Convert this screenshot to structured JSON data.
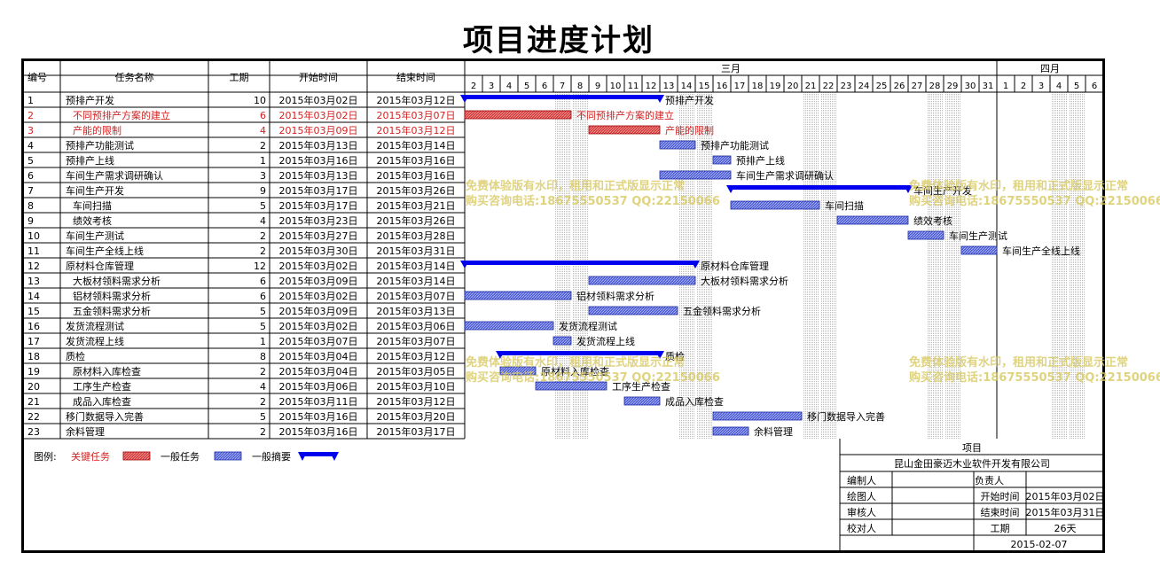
{
  "title": "项目进度计划",
  "columns": {
    "id": "编号",
    "name": "任务名称",
    "duration": "工期",
    "start": "开始时间",
    "end": "结束时间"
  },
  "timeline": {
    "months": [
      {
        "label": "三月",
        "days": [
          2,
          3,
          4,
          5,
          6,
          7,
          8,
          9,
          10,
          11,
          12,
          13,
          14,
          15,
          16,
          17,
          18,
          19,
          20,
          21,
          22,
          23,
          24,
          25,
          26,
          27,
          28,
          29,
          30,
          31
        ]
      },
      {
        "label": "四月",
        "days": [
          1,
          2,
          3,
          4,
          5,
          6
        ]
      }
    ]
  },
  "colors": {
    "critical": "#d42020",
    "critical_fill": "#e06060",
    "task_fill": "#4a5ad8",
    "summary": "#0000ee"
  },
  "chart_data": {
    "type": "gantt",
    "x_range": [
      "2015-03-02",
      "2015-04-06"
    ],
    "tasks": [
      {
        "id": "1",
        "name": "预排产开发",
        "duration": 10,
        "start": "2015年03月02日",
        "end": "2015年03月12日",
        "kind": "summary",
        "s": "2015-03-02",
        "e": "2015-03-13",
        "label": "预排产开发"
      },
      {
        "id": "2",
        "name": "不同预排产方案的建立",
        "duration": 6,
        "start": "2015年03月02日",
        "end": "2015年03月07日",
        "kind": "critical",
        "s": "2015-03-02",
        "e": "2015-03-08",
        "label": "不同预排产方案的建立"
      },
      {
        "id": "3",
        "name": "产能的限制",
        "duration": 4,
        "start": "2015年03月09日",
        "end": "2015年03月12日",
        "kind": "critical",
        "s": "2015-03-09",
        "e": "2015-03-13",
        "label": "产能的限制"
      },
      {
        "id": "4",
        "name": "预排产功能测试",
        "duration": 2,
        "start": "2015年03月13日",
        "end": "2015年03月14日",
        "kind": "task",
        "s": "2015-03-13",
        "e": "2015-03-15",
        "label": "预排产功能测试"
      },
      {
        "id": "5",
        "name": "预排产上线",
        "duration": 1,
        "start": "2015年03月16日",
        "end": "2015年03月16日",
        "kind": "task",
        "s": "2015-03-16",
        "e": "2015-03-17",
        "label": "预排产上线"
      },
      {
        "id": "6",
        "name": "车间生产需求调研确认",
        "duration": 3,
        "start": "2015年03月13日",
        "end": "2015年03月16日",
        "kind": "task",
        "s": "2015-03-13",
        "e": "2015-03-17",
        "label": "车间生产需求调研确认"
      },
      {
        "id": "7",
        "name": "车间生产开发",
        "duration": 9,
        "start": "2015年03月17日",
        "end": "2015年03月26日",
        "kind": "summary",
        "s": "2015-03-17",
        "e": "2015-03-27",
        "label": "车间生产开发"
      },
      {
        "id": "8",
        "name": "车间扫描",
        "duration": 5,
        "start": "2015年03月17日",
        "end": "2015年03月21日",
        "kind": "task",
        "s": "2015-03-17",
        "e": "2015-03-22",
        "label": "车间扫描"
      },
      {
        "id": "9",
        "name": "绩效考核",
        "duration": 4,
        "start": "2015年03月23日",
        "end": "2015年03月26日",
        "kind": "task",
        "s": "2015-03-23",
        "e": "2015-03-27",
        "label": "绩效考核"
      },
      {
        "id": "10",
        "name": "车间生产测试",
        "duration": 2,
        "start": "2015年03月27日",
        "end": "2015年03月28日",
        "kind": "task",
        "s": "2015-03-27",
        "e": "2015-03-29",
        "label": "车间生产测试"
      },
      {
        "id": "11",
        "name": "车间生产全线上线",
        "duration": 2,
        "start": "2015年03月30日",
        "end": "2015年03月31日",
        "kind": "task",
        "s": "2015-03-30",
        "e": "2015-04-01",
        "label": "车间生产全线上线"
      },
      {
        "id": "12",
        "name": "原材料仓库管理",
        "duration": 12,
        "start": "2015年03月02日",
        "end": "2015年03月14日",
        "kind": "summary",
        "s": "2015-03-02",
        "e": "2015-03-15",
        "label": "原材料仓库管理"
      },
      {
        "id": "13",
        "name": "大板材领料需求分析",
        "duration": 6,
        "start": "2015年03月09日",
        "end": "2015年03月14日",
        "kind": "task",
        "s": "2015-03-09",
        "e": "2015-03-15",
        "label": "大板材领料需求分析"
      },
      {
        "id": "14",
        "name": "铝材领料需求分析",
        "duration": 6,
        "start": "2015年03月02日",
        "end": "2015年03月07日",
        "kind": "task",
        "s": "2015-03-02",
        "e": "2015-03-08",
        "label": "铝材领料需求分析"
      },
      {
        "id": "15",
        "name": "五金领料需求分析",
        "duration": 5,
        "start": "2015年03月09日",
        "end": "2015年03月13日",
        "kind": "task",
        "s": "2015-03-09",
        "e": "2015-03-14",
        "label": "五金领料需求分析"
      },
      {
        "id": "16",
        "name": "发货流程测试",
        "duration": 5,
        "start": "2015年03月02日",
        "end": "2015年03月06日",
        "kind": "task",
        "s": "2015-03-02",
        "e": "2015-03-07",
        "label": "发货流程测试"
      },
      {
        "id": "17",
        "name": "发货流程上线",
        "duration": 1,
        "start": "2015年03月07日",
        "end": "2015年03月07日",
        "kind": "task",
        "s": "2015-03-07",
        "e": "2015-03-08",
        "label": "发货流程上线"
      },
      {
        "id": "18",
        "name": "质检",
        "duration": 8,
        "start": "2015年03月04日",
        "end": "2015年03月12日",
        "kind": "summary",
        "s": "2015-03-04",
        "e": "2015-03-13",
        "label": "质检"
      },
      {
        "id": "19",
        "name": "原材料入库检查",
        "duration": 2,
        "start": "2015年03月04日",
        "end": "2015年03月05日",
        "kind": "task",
        "s": "2015-03-04",
        "e": "2015-03-06",
        "label": "原材料入库检查"
      },
      {
        "id": "20",
        "name": "工序生产检查",
        "duration": 4,
        "start": "2015年03月06日",
        "end": "2015年03月10日",
        "kind": "task",
        "s": "2015-03-06",
        "e": "2015-03-10",
        "label": "工序生产检查"
      },
      {
        "id": "21",
        "name": "成品入库检查",
        "duration": 2,
        "start": "2015年03月11日",
        "end": "2015年03月12日",
        "kind": "task",
        "s": "2015-03-11",
        "e": "2015-03-13",
        "label": "成品入库检查"
      },
      {
        "id": "22",
        "name": "移门数据导入完善",
        "duration": 5,
        "start": "2015年03月16日",
        "end": "2015年03月20日",
        "kind": "task",
        "s": "2015-03-16",
        "e": "2015-03-21",
        "label": "移门数据导入完善"
      },
      {
        "id": "23",
        "name": "余料管理",
        "duration": 2,
        "start": "2015年03月16日",
        "end": "2015年03月17日",
        "kind": "task",
        "s": "2015-03-16",
        "e": "2015-03-18",
        "label": "余料管理"
      }
    ]
  },
  "legend": {
    "label": "图例:",
    "critical": "关键任务",
    "task": "一般任务",
    "summary": "一般摘要"
  },
  "watermark": {
    "line1": "免费体验版有水印，租用和正式版显示正常",
    "line2": "购买咨询电话:18675550537 QQ:22150066"
  },
  "info": {
    "project_label": "项目",
    "company": "昆山金田豪迈木业软件开发有限公司",
    "editor": "编制人",
    "owner": "负责人",
    "drawer": "绘图人",
    "start_label": "开始时间",
    "start_value": "2015年03月02日",
    "reviewer": "审核人",
    "end_label": "结束时间",
    "end_value": "2015年03月31日",
    "checker": "校对人",
    "duration_label": "工期",
    "duration_value": "26天",
    "date": "2015-02-07"
  }
}
